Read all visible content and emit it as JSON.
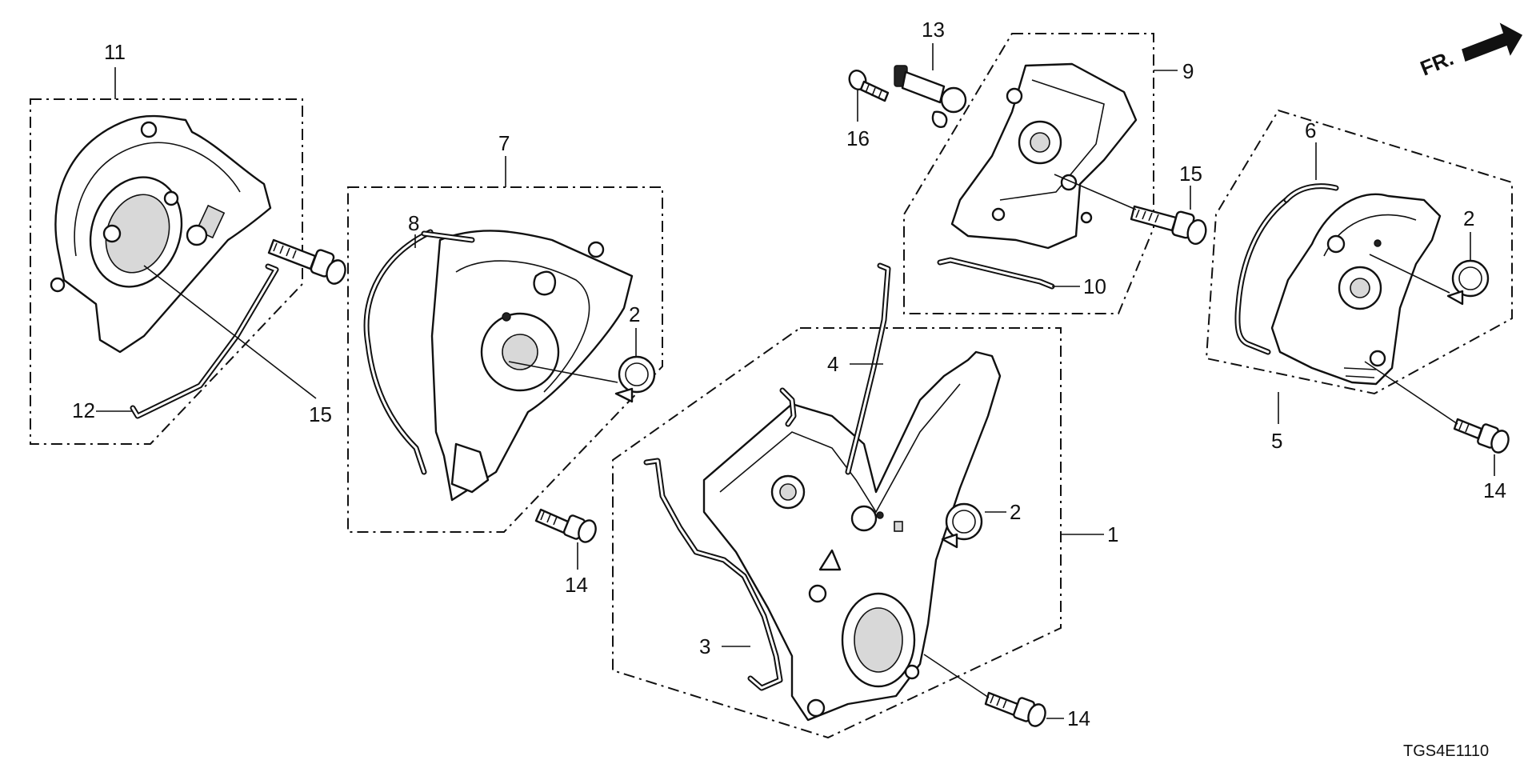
{
  "diagram": {
    "orientation_label": "FR.",
    "diagram_code": "TGS4E1110",
    "callouts": [
      {
        "id": "c11",
        "text": "11"
      },
      {
        "id": "c12",
        "text": "12"
      },
      {
        "id": "c15a",
        "text": "15"
      },
      {
        "id": "c7",
        "text": "7"
      },
      {
        "id": "c8",
        "text": "8"
      },
      {
        "id": "c2a",
        "text": "2"
      },
      {
        "id": "c14a",
        "text": "14"
      },
      {
        "id": "c13",
        "text": "13"
      },
      {
        "id": "c16",
        "text": "16"
      },
      {
        "id": "c9",
        "text": "9"
      },
      {
        "id": "c15b",
        "text": "15"
      },
      {
        "id": "c10",
        "text": "10"
      },
      {
        "id": "c4",
        "text": "4"
      },
      {
        "id": "c2b",
        "text": "2"
      },
      {
        "id": "c1",
        "text": "1"
      },
      {
        "id": "c3",
        "text": "3"
      },
      {
        "id": "c14b",
        "text": "14"
      },
      {
        "id": "c6",
        "text": "6"
      },
      {
        "id": "c2c",
        "text": "2"
      },
      {
        "id": "c5",
        "text": "5"
      },
      {
        "id": "c14c",
        "text": "14"
      }
    ]
  }
}
